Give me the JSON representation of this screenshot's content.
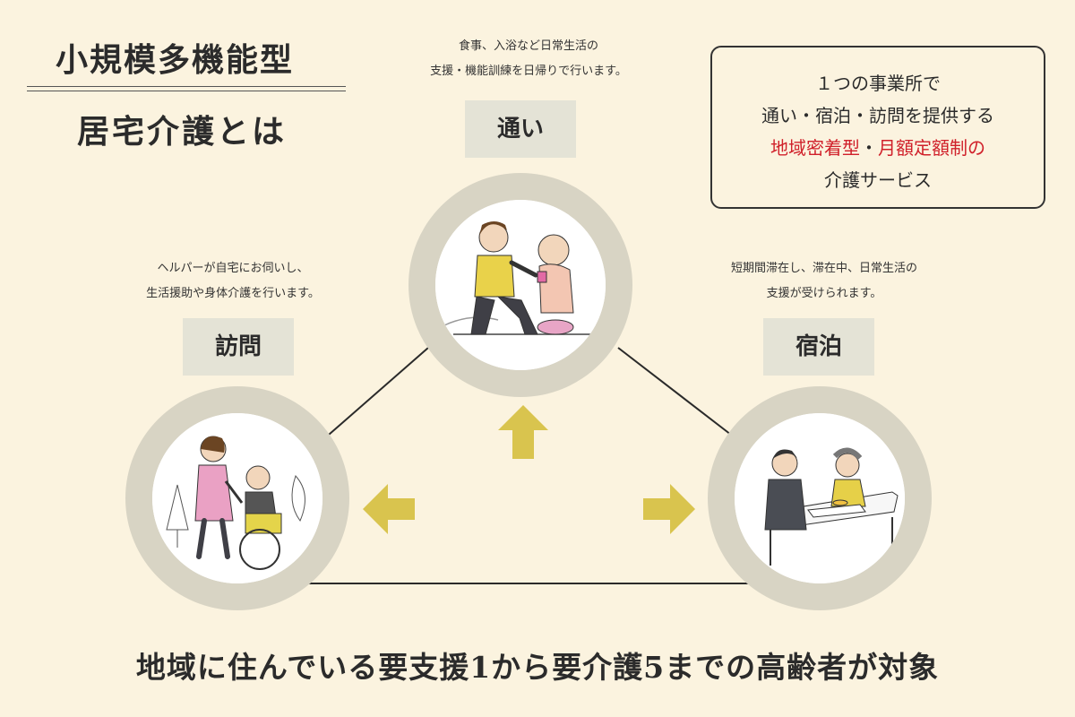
{
  "title": {
    "line1": "小規模多機能型",
    "line2": "居宅介護とは"
  },
  "info_box": {
    "line1": "１つの事業所で",
    "line2": "通い・宿泊・訪問を提供する",
    "line3_red_a": "地域密着型",
    "line3_sep": "・",
    "line3_red_b": "月額定額制の",
    "line4": "介護サービス"
  },
  "services": {
    "kayoi": {
      "label": "通い",
      "desc1": "食事、入浴など日常生活の",
      "desc2": "支援・機能訓練を日帰りで行います。"
    },
    "houmon": {
      "label": "訪問",
      "desc1": "ヘルパーが自宅にお伺いし、",
      "desc2": "生活援助や身体介護を行います。"
    },
    "shukuhaku": {
      "label": "宿泊",
      "desc1": "短期間滞在し、滞在中、日常生活の",
      "desc2": "支援が受けられます。"
    }
  },
  "footer": "地域に住んでいる要支援1から要介護5までの高齢者が対象",
  "colors": {
    "background": "#fbf3df",
    "circle_ring": "#d8d4c4",
    "label_bg": "#e4e3d6",
    "arrow": "#d9c44e",
    "accent_red": "#d0202a"
  }
}
